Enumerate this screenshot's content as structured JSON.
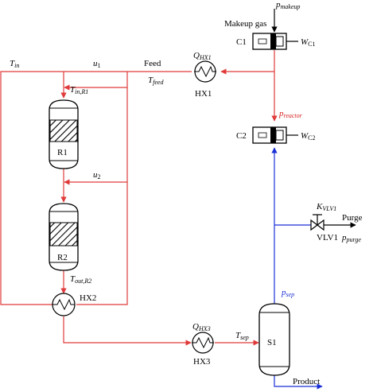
{
  "colors": {
    "process_red": "#e03a3a",
    "separator_blue": "#1a2fd6",
    "black": "#000000"
  },
  "labels": {
    "p_makeup": "p",
    "p_makeup_sub": "makeup",
    "makeup_gas": "Makeup gas",
    "c1": "C1",
    "w_c1": "W",
    "w_c1_sub": "C1",
    "q_hx1": "Q",
    "q_hx1_sub": "HX1",
    "hx1": "HX1",
    "feed": "Feed",
    "t_feed": "T",
    "t_feed_sub": "feed",
    "t_in": "T",
    "t_in_sub": "in",
    "u1": "u",
    "u1_sub": "1",
    "t_in_r1": "T",
    "t_in_r1_sub": "in,R1",
    "r1": "R1",
    "u2": "u",
    "u2_sub": "2",
    "r2": "R2",
    "t_out_r2": "T",
    "t_out_r2_sub": "out,R2",
    "hx2": "HX2",
    "p_reactor": "p",
    "p_reactor_sub": "reactor",
    "c2": "C2",
    "w_c2": "W",
    "w_c2_sub": "C2",
    "k_vlv1": "K",
    "k_vlv1_sub": "VLV1",
    "purge": "Purge",
    "vlv1": "VLV1",
    "p_purge": "p",
    "p_purge_sub": "purge",
    "p_sep": "p",
    "p_sep_sub": "sep",
    "q_hx3": "Q",
    "q_hx3_sub": "HX3",
    "t_sep": "T",
    "t_sep_sub": "sep",
    "s1": "S1",
    "hx3": "HX3",
    "product": "Product"
  }
}
